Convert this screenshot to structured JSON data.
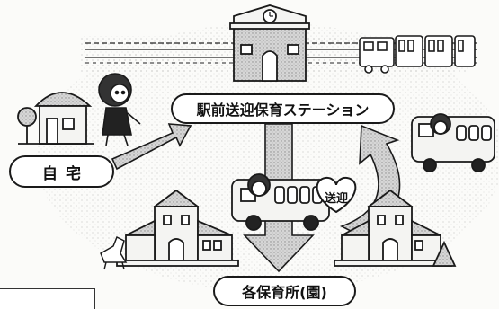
{
  "labels": {
    "home": "自宅",
    "station": "駅前送迎保育ステーション",
    "nursery": "各保育所(園)",
    "heart": "送迎"
  },
  "colors": {
    "line": "#1a1a1a",
    "arrow_fill": "#cfcfcf",
    "building_fill": "#f4f4f2",
    "speckle": "#9a9a9a"
  }
}
